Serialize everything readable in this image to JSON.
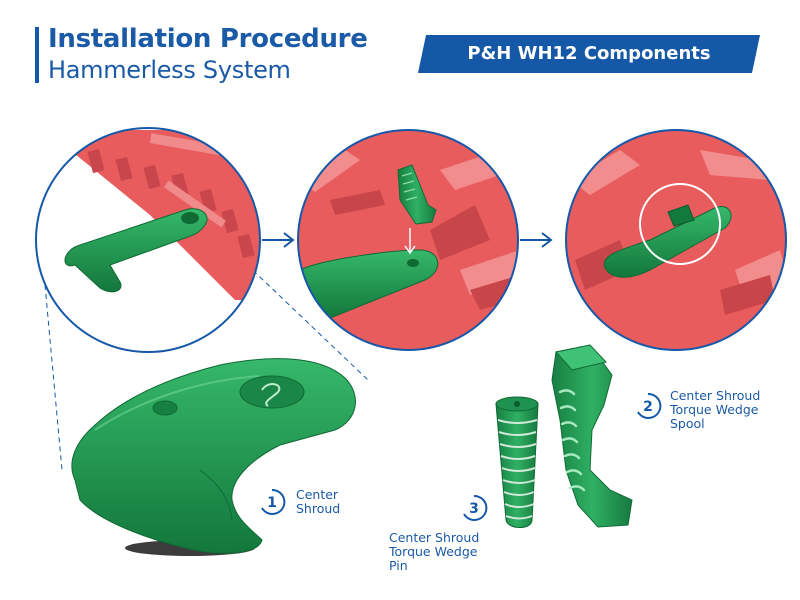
{
  "header": {
    "title": "Installation Procedure",
    "subtitle": "Hammerless System",
    "banner": "P&H WH12 Components"
  },
  "callouts": [
    {
      "number": "1",
      "lines": [
        "Center",
        "Shroud"
      ]
    },
    {
      "number": "2",
      "lines": [
        "Center Shroud",
        "Torque Wedge",
        "Spool"
      ]
    },
    {
      "number": "3",
      "lines": [
        "Center Shroud",
        "Torque Wedge",
        "Pin"
      ]
    }
  ],
  "colors": {
    "accent": "#1558a8",
    "component_green": "#1f9a52",
    "lip_red": "#e0585a"
  }
}
